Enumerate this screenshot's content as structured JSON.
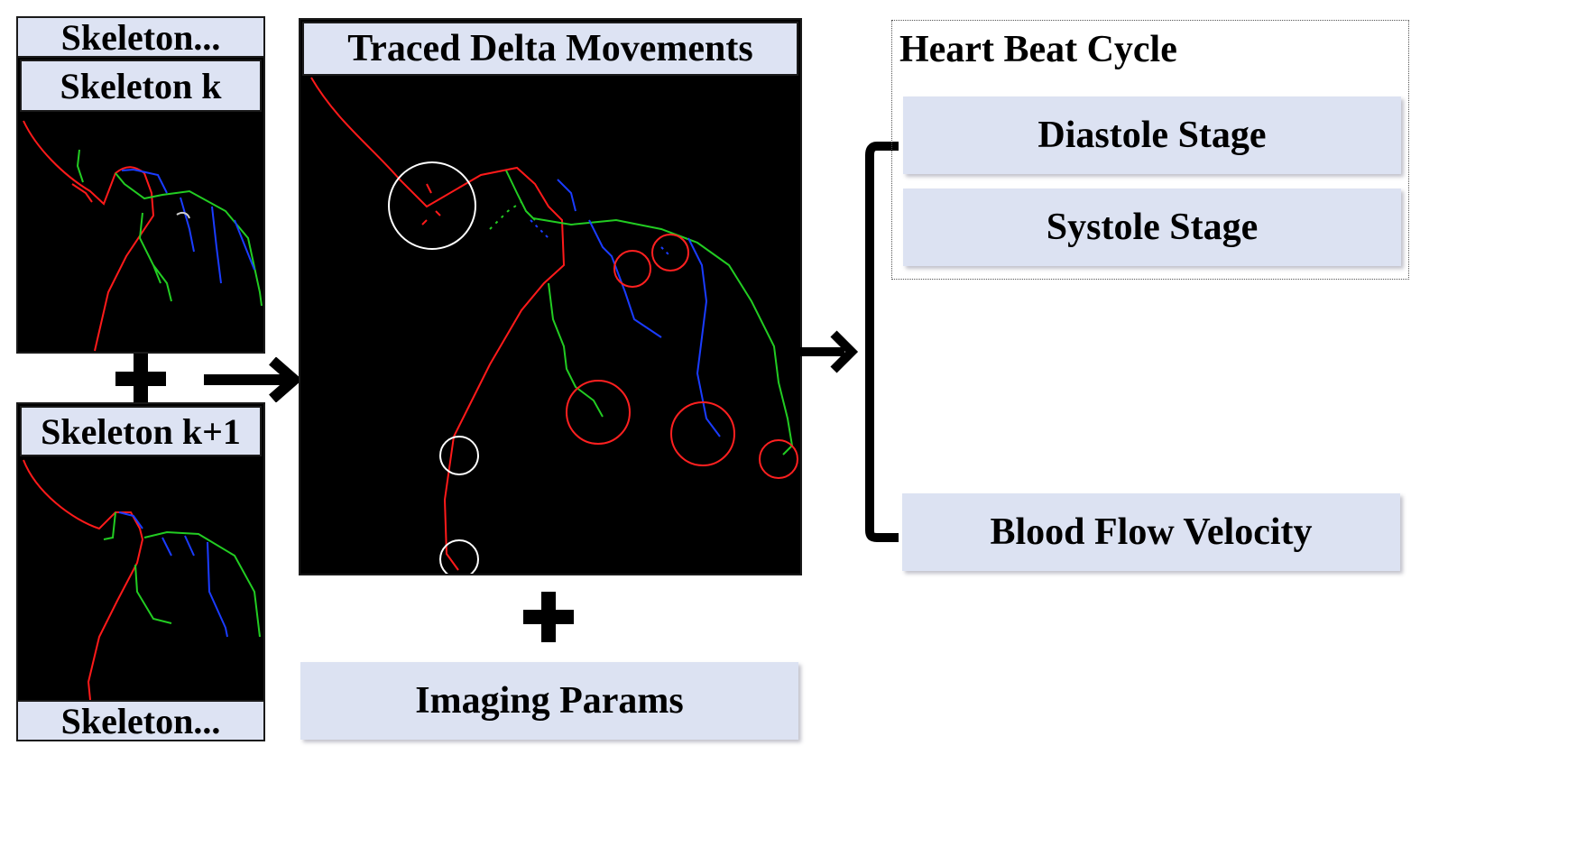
{
  "left_stack": {
    "top_label": "Skeleton...",
    "frame_k_label": "Skeleton k",
    "frame_k1_label": "Skeleton k+1",
    "bottom_label": "Skeleton..."
  },
  "center": {
    "title": "Traced Delta Movements",
    "imaging_label": "Imaging Params"
  },
  "right": {
    "group_title": "Heart Beat Cycle",
    "diastole": "Diastole Stage",
    "systole": "Systole Stage",
    "velocity": "Blood Flow Velocity"
  },
  "colors": {
    "label_bg": "#dde3f3",
    "vessel_red": "#ff1a1a",
    "vessel_green": "#22cc22",
    "vessel_blue": "#1a3cff",
    "highlight_white": "#ffffff",
    "highlight_red": "#ff2020"
  },
  "icons": [
    "plus-icon",
    "arrow-right-icon",
    "bracket-icon"
  ]
}
